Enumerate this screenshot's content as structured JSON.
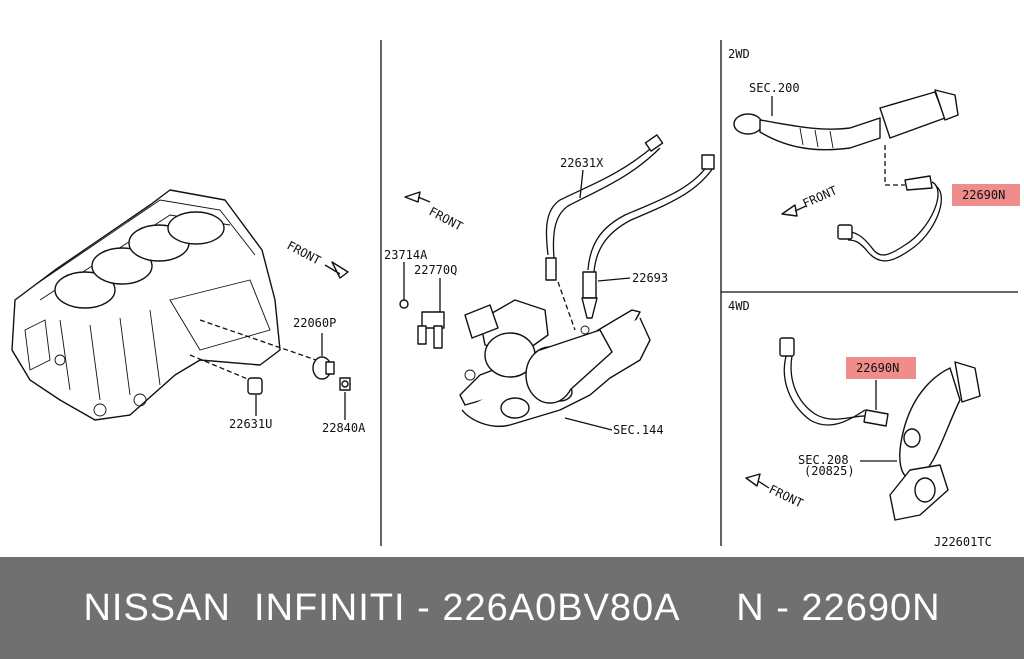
{
  "colors": {
    "highlight": "#f08c8c",
    "footer_bg": "#707070",
    "footer_text": "#ffffff",
    "line": "#111111"
  },
  "left_panel": {
    "front_label": "FRONT",
    "labels": {
      "p22060P": "22060P",
      "p22631U": "22631U",
      "p22840A": "22840A"
    }
  },
  "middle_panel": {
    "front_label": "FRONT",
    "labels": {
      "p22631X": "22631X",
      "p23714A": "23714A",
      "p22770Q": "22770Q",
      "p22693": "22693",
      "sec144": "SEC.144"
    }
  },
  "right_top_panel": {
    "title": "2WD",
    "front_label": "FRONT",
    "sec": "SEC.200",
    "part": "22690N"
  },
  "right_bottom_panel": {
    "title": "4WD",
    "front_label": "FRONT",
    "part": "22690N",
    "sec": "SEC.208",
    "sec_sub": "(20825)"
  },
  "diagram_code": "J22601TC",
  "footer": {
    "text": "NISSAN  INFINITI - 226A0BV80A     N - 22690N"
  }
}
